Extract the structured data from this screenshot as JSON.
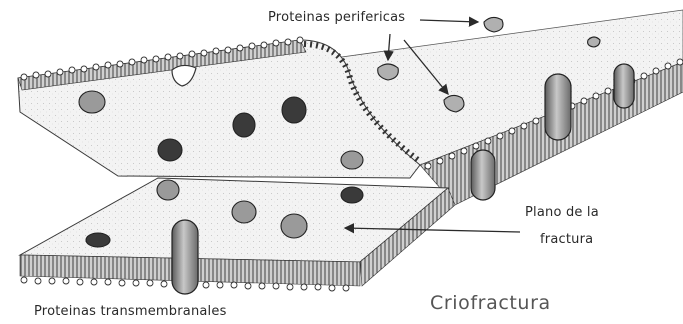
{
  "labels": {
    "peripheral_proteins": "Proteinas perifericas",
    "transmembrane_proteins": "Proteinas transmembranales",
    "fracture_plane_line1": "Plano de la",
    "fracture_plane_line2": "fractura",
    "title": "Criofractura"
  },
  "colors": {
    "ink": "#2a2a2a",
    "face": "#f4f4f4",
    "tail": "#3a3a3a",
    "protein": "#8c8c8c",
    "background": "#ffffff"
  },
  "icons": {
    "phospholipid_head": "circle",
    "peripheral_protein": "blob",
    "transmembrane_protein": "capsule",
    "arrow": "arrowhead"
  }
}
